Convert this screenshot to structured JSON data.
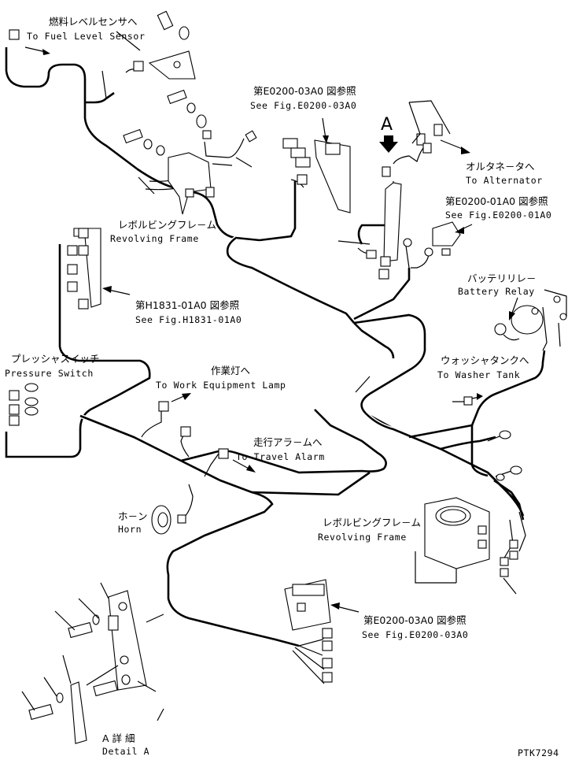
{
  "labels": {
    "fuel_sensor_jp": "燃料レベルセンサへ",
    "fuel_sensor_en": "To Fuel Level Sensor",
    "fig_e0200_03a0_top_jp": "第E0200-03A0 図参照",
    "fig_e0200_03a0_top_en": "See Fig.E0200-03A0",
    "detail_arrow": "A",
    "alternator_jp": "オルタネ－タへ",
    "alternator_en": "To Alternator",
    "fig_e0200_01a0_jp": "第E0200-01A0 図参照",
    "fig_e0200_01a0_en": "See Fig.E0200-01A0",
    "revolving_frame_top_jp": "レボルビングフレ－ム",
    "revolving_frame_top_en": "Revolving Frame",
    "fig_h1831_jp": "第H1831-01A0 図参照",
    "fig_h1831_en": "See Fig.H1831-01A0",
    "battery_relay_jp": "バッテリリレ－",
    "battery_relay_en": "Battery Relay",
    "pressure_switch_jp": "プレッシャスイッチ",
    "pressure_switch_en": "Pressure Switch",
    "work_lamp_jp": "作業灯へ",
    "work_lamp_en": "To Work Equipment Lamp",
    "washer_tank_jp": "ウォッシャタンクへ",
    "washer_tank_en": "To Washer Tank",
    "travel_alarm_jp": "走行アラ－ムへ",
    "travel_alarm_en": "To Travel Alarm",
    "horn_jp": "ホ－ン",
    "horn_en": "Horn",
    "revolving_frame_bottom_jp": "レボルビングフレ－ム",
    "revolving_frame_bottom_en": "Revolving Frame",
    "fig_e0200_03a0_bottom_jp": "第E0200-03A0 図参照",
    "fig_e0200_03a0_bottom_en": "See Fig.E0200-03A0",
    "detail_a_jp": "A 詳 細",
    "detail_a_en": "Detail A",
    "drawing_no": "PTK7294"
  }
}
